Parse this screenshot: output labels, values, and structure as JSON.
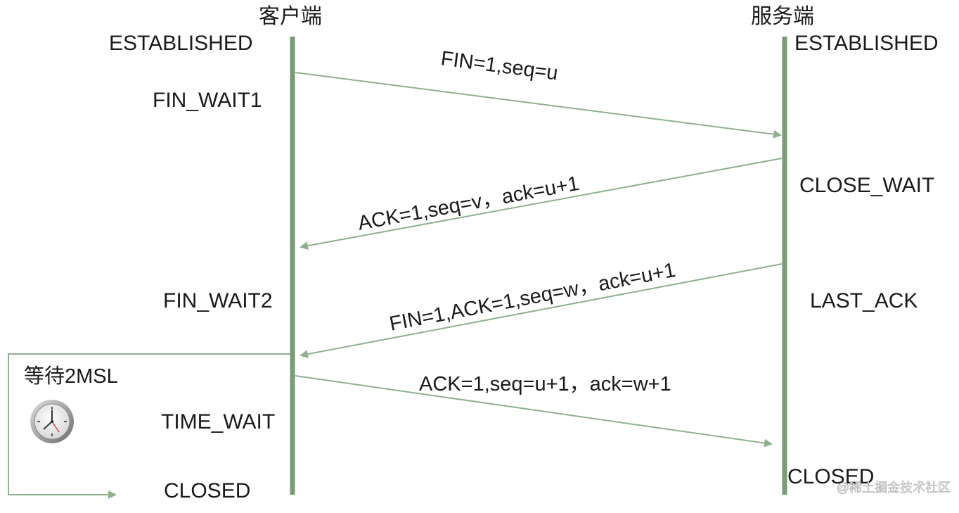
{
  "colors": {
    "lifeline": "#7a9a7a",
    "arrow": "#8fb08f",
    "text": "#1a1a1a"
  },
  "client": {
    "label": "客户端",
    "states": {
      "established": "ESTABLISHED",
      "fin_wait1": "FIN_WAIT1",
      "fin_wait2": "FIN_WAIT2",
      "time_wait": "TIME_WAIT",
      "closed": "CLOSED"
    }
  },
  "server": {
    "label": "服务端",
    "states": {
      "established": "ESTABLISHED",
      "close_wait": "CLOSE_WAIT",
      "last_ack": "LAST_ACK",
      "closed": "CLOSED"
    }
  },
  "messages": [
    {
      "label": "FIN=1,seq=u",
      "direction": "client-to-server"
    },
    {
      "label": "ACK=1,seq=v，ack=u+1",
      "direction": "server-to-client"
    },
    {
      "label": "FIN=1,ACK=1,seq=w，ack=u+1",
      "direction": "server-to-client"
    },
    {
      "label": "ACK=1,seq=u+1，ack=w+1",
      "direction": "client-to-server"
    }
  ],
  "wait": {
    "label": "等待2MSL",
    "icon": "clock-icon"
  },
  "watermark": "@稀土掘金技术社区"
}
